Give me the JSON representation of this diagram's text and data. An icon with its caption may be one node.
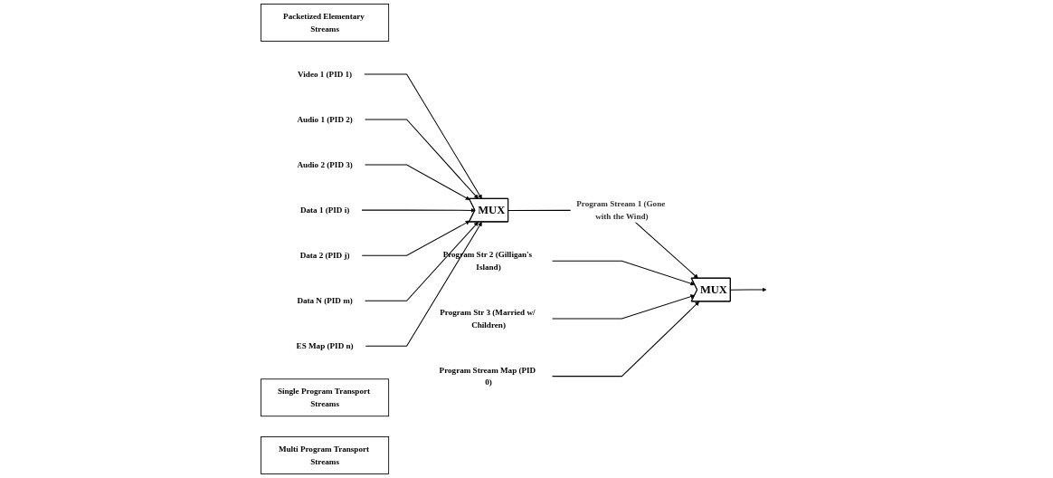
{
  "diagram": {
    "nodes": [
      {
        "text": [
          "Packetized Elementary Streams"
        ]
      },
      {
        "text": [
          "Video 1 (PID 1)"
        ]
      },
      {
        "text": [
          "Audio 1 (PID 2)"
        ]
      },
      {
        "text": [
          "Audio 2 (PID 3)"
        ]
      },
      {
        "text": [
          "Data 1 (PID i)"
        ]
      },
      {
        "text": [
          "Data 2 (PID j)"
        ]
      },
      {
        "text": [
          "Data N (PID m)"
        ]
      },
      {
        "text": [
          "ES Map (PID n)"
        ]
      },
      {
        "text": [
          "MUX"
        ]
      },
      {
        "text": [
          "Single Program Transport Streams"
        ]
      },
      {
        "text": [
          "MUX"
        ]
      },
      {
        "text": [
          "Multi Program Transport Streams"
        ]
      },
      {
        "text": [
          "Program Str 2 (Gilligan's Island)"
        ]
      },
      {
        "text": [
          "Program Str 3 (Married w/ Children)"
        ]
      },
      {
        "text": [
          "Program Stream Map (PID 0)"
        ]
      }
    ],
    "edges": [
      {
        "from": 1,
        "to": 8,
        "arrow": "to"
      },
      {
        "from": 2,
        "to": 8,
        "arrow": "to"
      },
      {
        "from": 3,
        "to": 8,
        "arrow": "to"
      },
      {
        "from": 4,
        "to": 8,
        "arrow": "to"
      },
      {
        "from": 5,
        "to": 8,
        "arrow": "to"
      },
      {
        "from": 6,
        "to": 8,
        "arrow": "to"
      },
      {
        "from": 7,
        "to": 8,
        "arrow": "to"
      },
      {
        "from": 8,
        "to": 10,
        "arrow": "to",
        "label": "Program Stream 1 (Gone with the Wind)"
      },
      {
        "from": 12,
        "to": 10,
        "arrow": "to"
      },
      {
        "from": 13,
        "to": 10,
        "arrow": "to"
      },
      {
        "from": 14,
        "to": 10,
        "arrow": "to"
      },
      {
        "from": 10,
        "to": null,
        "arrow": "to"
      }
    ]
  }
}
